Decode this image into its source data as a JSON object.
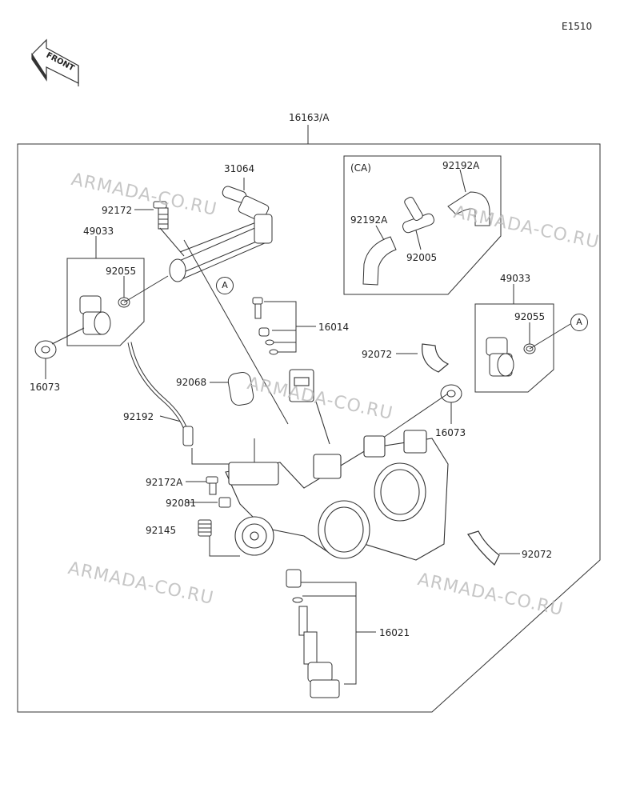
{
  "diagram_code": "E1510",
  "front_label": "FRONT",
  "assembly_label": "16163/A",
  "ca_label": "(CA)",
  "callout_a": "A",
  "watermark": "ARMADA-CO.RU",
  "parts": {
    "p31064": "31064",
    "p92172_top": "92172",
    "p49033_left": "49033",
    "p92055_left": "92055",
    "p16073_left": "16073",
    "p92192a_top": "92192A",
    "p92192a_left": "92192A",
    "p92005": "92005",
    "p49033_right": "49033",
    "p92055_right": "92055",
    "p16014": "16014",
    "p92072_top": "92072",
    "p92068": "92068",
    "p92192": "92192",
    "p16073_right": "16073",
    "p92172a": "92172A",
    "p92081": "92081",
    "p92145": "92145",
    "p92072_bottom": "92072",
    "p16021": "16021"
  }
}
